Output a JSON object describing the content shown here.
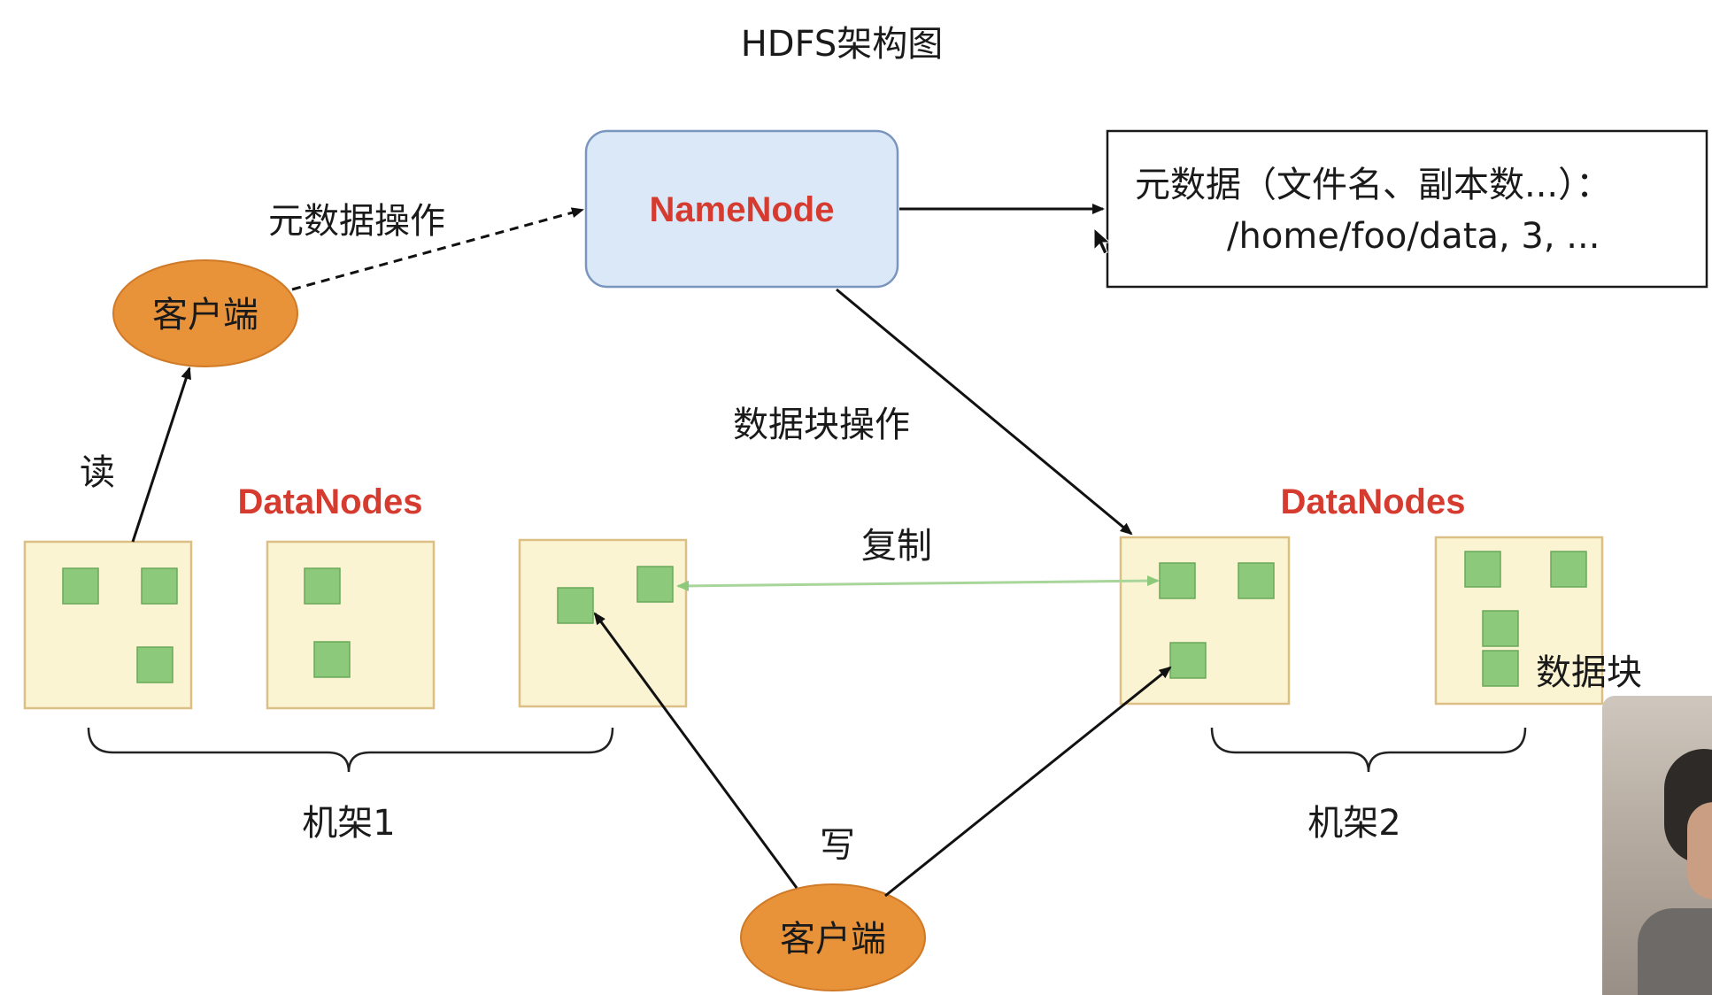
{
  "title": "HDFS架构图",
  "namenode": {
    "label": "NameNode"
  },
  "metadata_box": {
    "line1": "元数据（文件名、副本数...）：",
    "line2": "/home/foo/data, 3, ..."
  },
  "clients": {
    "top_label": "客户端",
    "bottom_label": "客户端"
  },
  "edge_labels": {
    "metadata_ops": "元数据操作",
    "block_ops": "数据块操作",
    "read": "读",
    "write": "写",
    "replicate": "复制"
  },
  "racks": [
    {
      "label": "机架1",
      "datanodes_label": "DataNodes"
    },
    {
      "label": "机架2",
      "datanodes_label": "DataNodes"
    }
  ],
  "block_legend": "数据块",
  "colors": {
    "namenode_fill": "#dbe8f8",
    "namenode_stroke": "#7a96bd",
    "accent_red": "#d63b2f",
    "client_fill": "#e8923a",
    "datanode_fill": "#fbf4d3",
    "block_fill": "#8cc97a",
    "replicate_line": "#a8d59a"
  },
  "icons": {
    "cursor": "mouse-cursor-icon",
    "webcam": "presenter-webcam-overlay"
  }
}
